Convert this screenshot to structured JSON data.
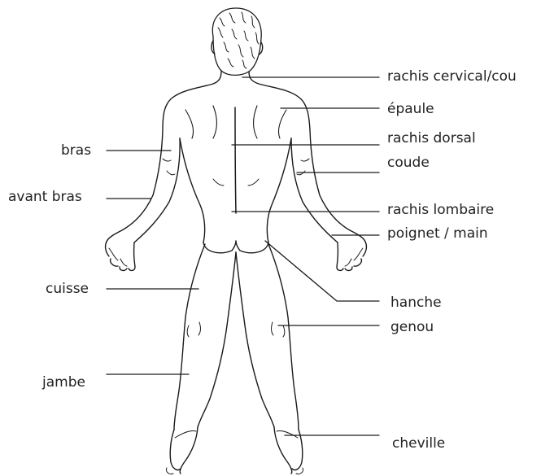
{
  "diagram": {
    "line_color": "#1a1a1a",
    "text_color": "#222222",
    "figure": "human-body-back-view",
    "labels_left": {
      "bras": "bras",
      "avant_bras": "avant bras",
      "cuisse": "cuisse",
      "jambe": "jambe"
    },
    "labels_right": {
      "rachis_cervical": "rachis cervical/cou",
      "epaule": "épaule",
      "rachis_dorsal": "rachis dorsal",
      "coude": "coude",
      "rachis_lombaire": "rachis lombaire",
      "poignet_main": "poignet / main",
      "hanche": "hanche",
      "genou": "genou",
      "cheville": "cheville"
    }
  }
}
